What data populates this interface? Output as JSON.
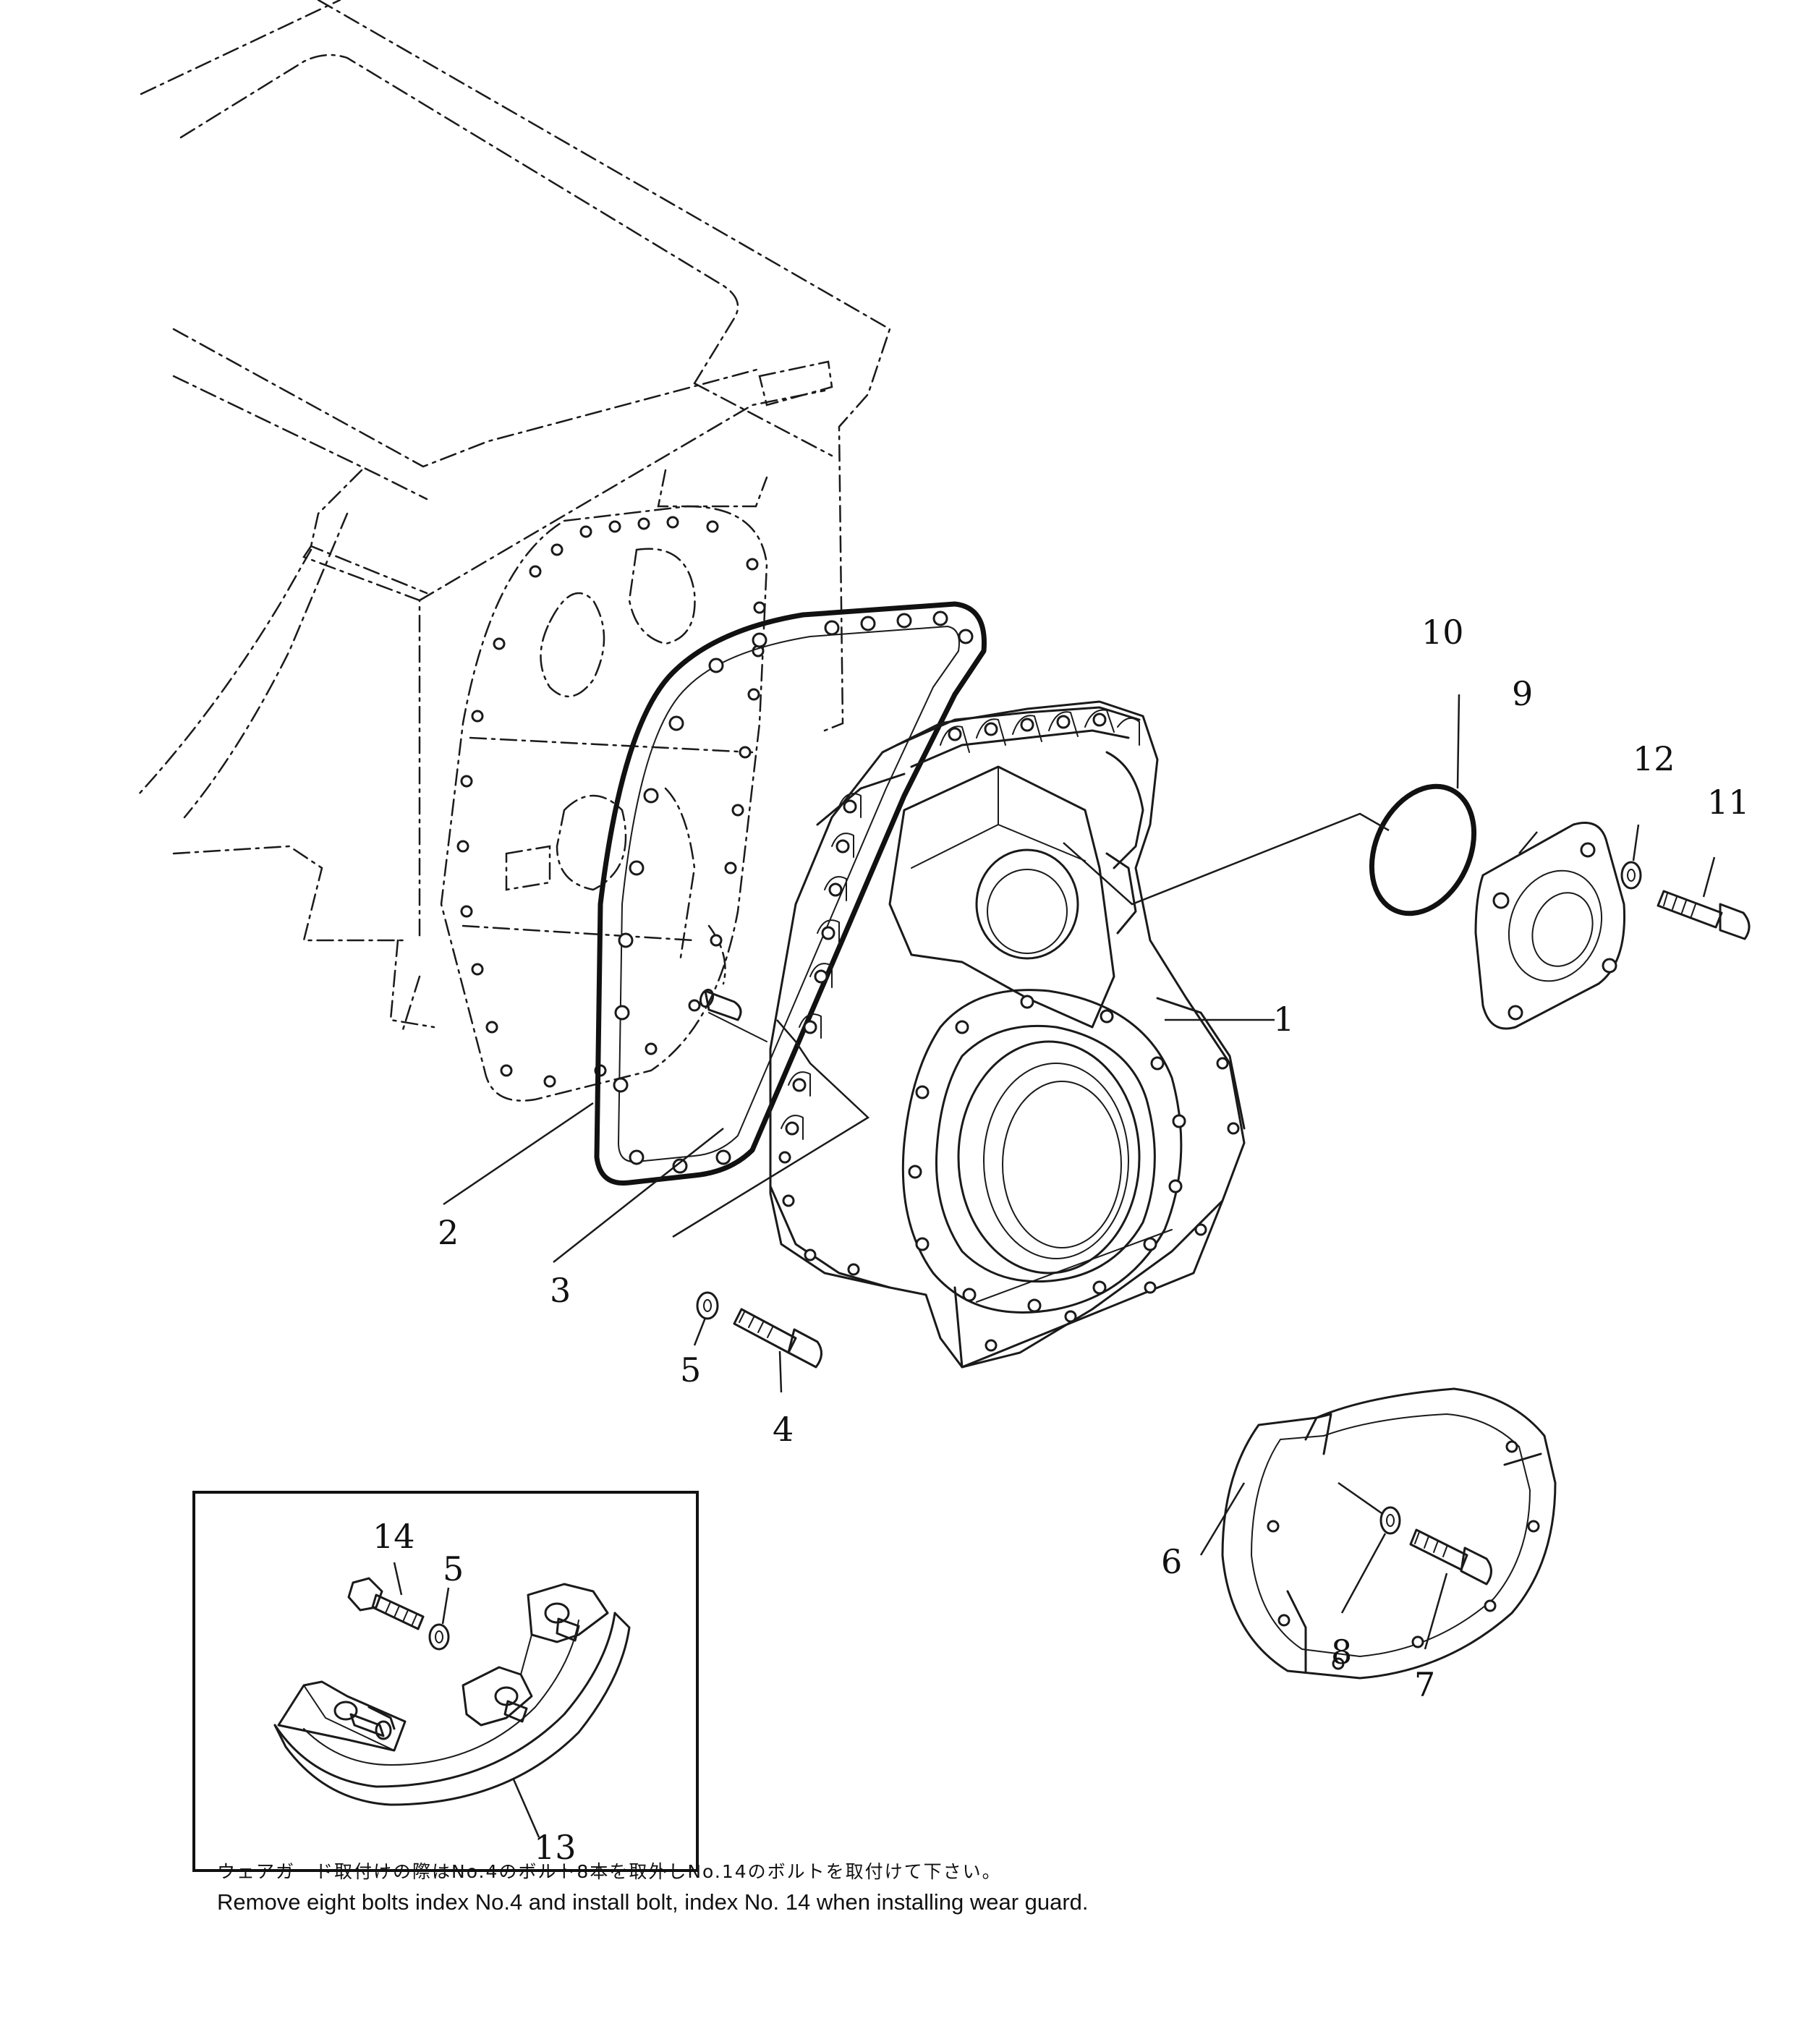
{
  "callouts": {
    "c1": "1",
    "c2": "2",
    "c3": "3",
    "c4": "4",
    "c5": "5",
    "c6": "6",
    "c7": "7",
    "c8": "8",
    "c9": "9",
    "c10": "10",
    "c11": "11",
    "c12": "12",
    "c13": "13",
    "c14": "14",
    "c5b": "5"
  },
  "notes": {
    "japanese": "ウェアガード取付けの際はNo.4のボルト8本を取外しNo.14のボルトを取付けて下さい。",
    "english": "Remove eight bolts index No.4 and install bolt, index No. 14 when installing wear guard."
  }
}
